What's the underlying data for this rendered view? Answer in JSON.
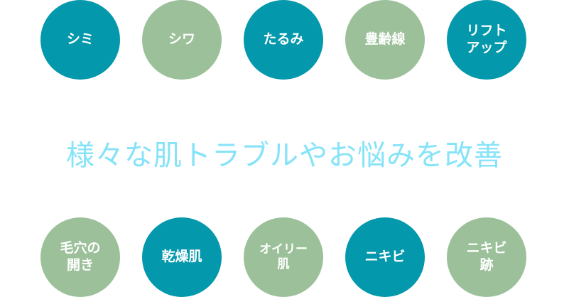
{
  "top_items": [
    {
      "label": "シミ",
      "color": "#0398ac"
    },
    {
      "label": "シワ",
      "color": "#9cc19a"
    },
    {
      "label": "たるみ",
      "color": "#0398ac"
    },
    {
      "label": "豊齢線",
      "color": "#9cc19a"
    },
    {
      "label": "リフト\nアップ",
      "color": "#0398ac"
    }
  ],
  "headline": "様々な肌トラブルやお悩みを改善",
  "bottom_items": [
    {
      "label": "毛穴の\n開き",
      "color": "#9cc19a"
    },
    {
      "label": "乾燥肌",
      "color": "#0398ac"
    },
    {
      "label": "オイリー\n肌",
      "color": "#9cc19a"
    },
    {
      "label": "ニキビ",
      "color": "#0398ac"
    },
    {
      "label": "ニキビ\n跡",
      "color": "#9cc19a"
    }
  ]
}
